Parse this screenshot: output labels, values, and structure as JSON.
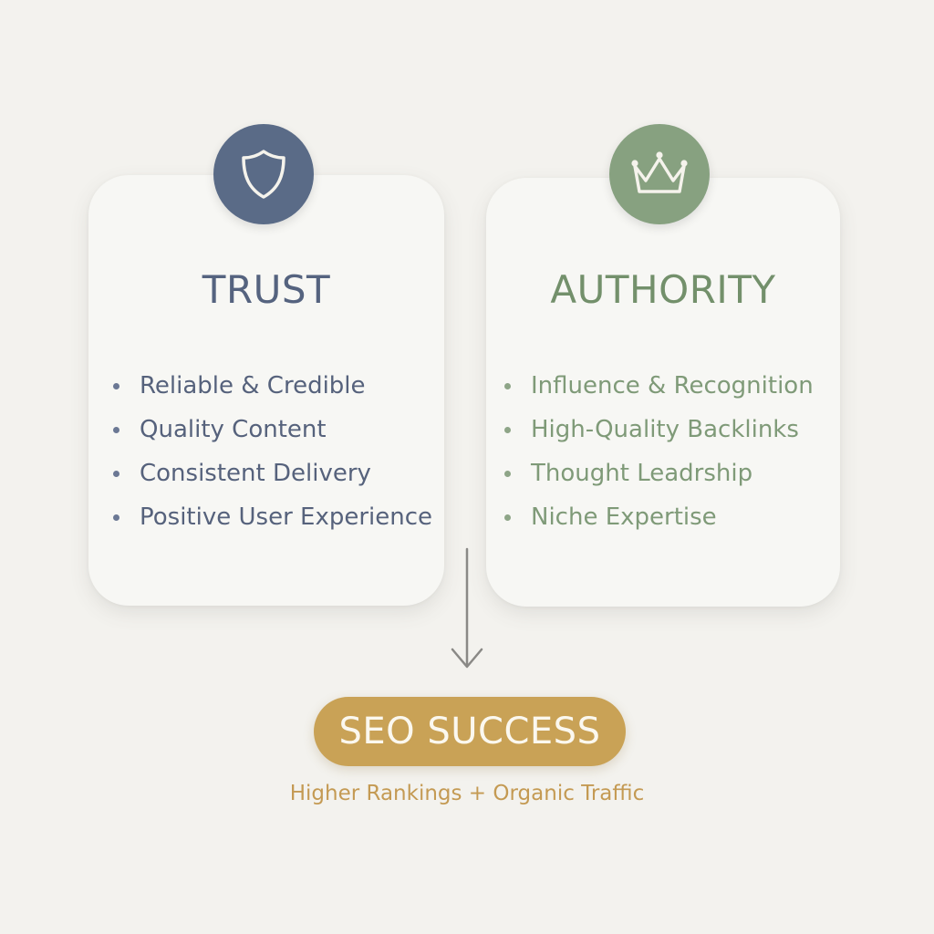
{
  "trust": {
    "icon": "shield-icon",
    "color": "#5a6b87",
    "title": "TRUST",
    "items": [
      "Reliable & Credible",
      "Quality Content",
      "Consistent Delivery",
      "Positive User Experience"
    ]
  },
  "authority": {
    "icon": "crown-icon",
    "color": "#87a180",
    "title": "AUTHORITY",
    "items": [
      "Influence & Recognition",
      "High-Quality Backlinks",
      "Thought Leadrship",
      "Niche Expertise"
    ]
  },
  "outcome": {
    "color": "#c9a256",
    "label": "SEO SUCCESS",
    "subtitle": "Higher Rankings + Organic Traffic"
  }
}
